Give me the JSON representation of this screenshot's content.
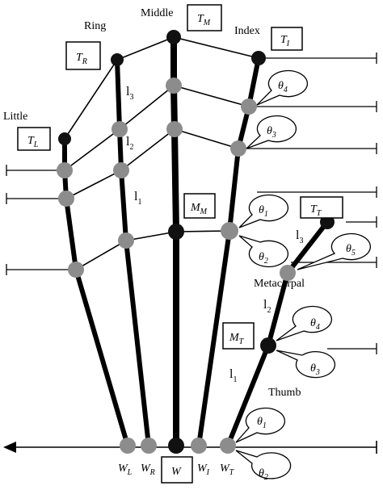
{
  "finger_names": {
    "little": "Little",
    "ring": "Ring",
    "middle": "Middle",
    "index": "Index",
    "thumb": "Thumb"
  },
  "metacarpal_label": "Metacarpal",
  "tip_labels": {
    "little": {
      "main": "T",
      "sub": "L"
    },
    "ring": {
      "main": "T",
      "sub": "R"
    },
    "middle": {
      "main": "T",
      "sub": "M"
    },
    "index": {
      "main": "T",
      "sub": "I"
    },
    "thumb": {
      "main": "T",
      "sub": "T"
    }
  },
  "joint_labels": {
    "mm": {
      "main": "M",
      "sub": "M"
    },
    "mt": {
      "main": "M",
      "sub": "T"
    }
  },
  "segment_labels": {
    "finger": [
      {
        "main": "l",
        "sub": "3"
      },
      {
        "main": "l",
        "sub": "2"
      },
      {
        "main": "l",
        "sub": "1"
      }
    ],
    "thumb": [
      {
        "main": "l",
        "sub": "3"
      },
      {
        "main": "l",
        "sub": "2"
      },
      {
        "main": "l",
        "sub": "1"
      }
    ]
  },
  "angle_labels": {
    "index": [
      {
        "main": "θ",
        "sub": "4"
      },
      {
        "main": "θ",
        "sub": "3"
      },
      {
        "main": "θ",
        "sub": "1"
      },
      {
        "main": "θ",
        "sub": "2"
      }
    ],
    "thumb": [
      {
        "main": "θ",
        "sub": "5"
      },
      {
        "main": "θ",
        "sub": "4"
      },
      {
        "main": "θ",
        "sub": "3"
      },
      {
        "main": "θ",
        "sub": "1"
      },
      {
        "main": "θ",
        "sub": "2"
      }
    ]
  },
  "wrist_labels": {
    "little": {
      "main": "W",
      "sub": "L"
    },
    "ring": {
      "main": "W",
      "sub": "R"
    },
    "center": {
      "main": "W",
      "sub": ""
    },
    "index": {
      "main": "W",
      "sub": "I"
    },
    "thumb": {
      "main": "W",
      "sub": "T"
    }
  },
  "colors": {
    "bone": "#000000",
    "joint_gray": "#8c8c8c",
    "joint_black": "#111111"
  }
}
